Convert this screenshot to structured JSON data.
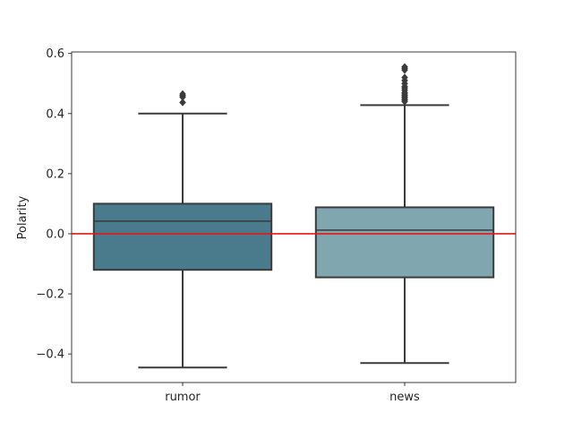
{
  "chart_data": {
    "type": "box",
    "title": "",
    "xlabel": "",
    "ylabel": "Polarity",
    "ylim": [
      -0.495,
      0.605
    ],
    "yticks": [
      -0.4,
      -0.2,
      0.0,
      0.2,
      0.4,
      0.6
    ],
    "ytick_labels": [
      "−0.4",
      "−0.2",
      "0.0",
      "0.2",
      "0.4",
      "0.6"
    ],
    "categories": [
      "rumor",
      "news"
    ],
    "boxes": [
      {
        "category": "rumor",
        "color": "#4a7b8c",
        "whisker_low": -0.445,
        "q1": -0.12,
        "median": 0.042,
        "q3": 0.1,
        "whisker_high": 0.4,
        "outliers": [
          0.437,
          0.455,
          0.46,
          0.465
        ]
      },
      {
        "category": "news",
        "color": "#80a6b0",
        "whisker_low": -0.43,
        "q1": -0.145,
        "median": 0.012,
        "q3": 0.088,
        "whisker_high": 0.428,
        "outliers": [
          0.44,
          0.445,
          0.45,
          0.455,
          0.46,
          0.465,
          0.47,
          0.478,
          0.485,
          0.49,
          0.5,
          0.51,
          0.52,
          0.545,
          0.55,
          0.555
        ]
      }
    ],
    "reference_line": {
      "y": 0.0,
      "color": "#e8141c"
    },
    "grid": false,
    "legend": "none"
  }
}
